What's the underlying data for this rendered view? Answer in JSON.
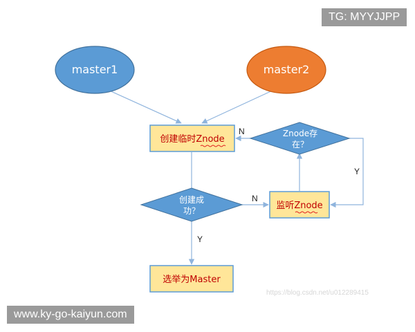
{
  "nodes": {
    "master1": "master1",
    "master2": "master2",
    "create_temp": "创建临时Znode",
    "check_exists_line1": "Znode存",
    "check_exists_line2": "在？",
    "create_success_line1": "创建成",
    "create_success_line2": "功？",
    "watch": "监听Znode",
    "elect": "选举为Master"
  },
  "edge_labels": {
    "exists_no": "N",
    "exists_yes": "Y",
    "success_no": "N",
    "success_yes": "Y"
  },
  "watermarks": {
    "top_right": "TG: MYYJJPP",
    "bottom_left": "www.ky-go-kaiyun.com",
    "faint_url": "https://blog.csdn.net/u012289415"
  },
  "colors": {
    "blue": "#5b9bd5",
    "orange": "#ed7d31",
    "box_fill": "#ffe699",
    "box_stroke": "#5b9bd5",
    "edge": "#8fb4dd",
    "squiggle": "#e02020",
    "watermark_bg": "#9a9a9a"
  }
}
